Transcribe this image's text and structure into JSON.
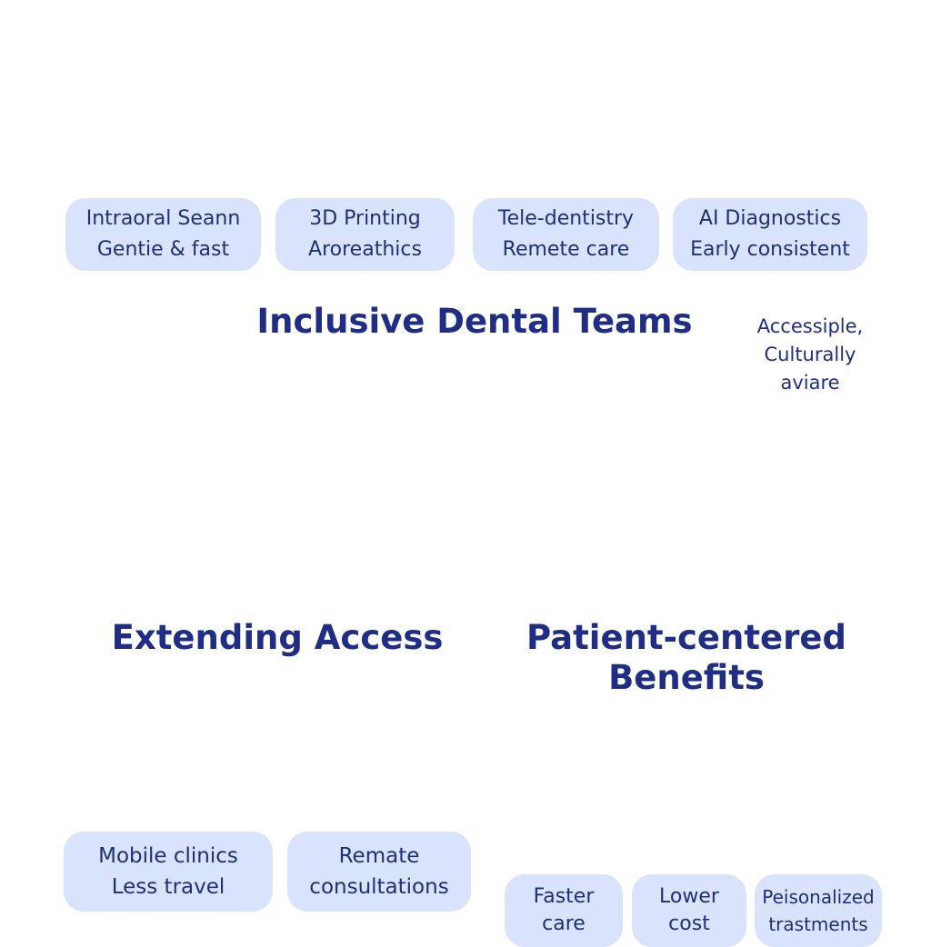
{
  "tech_cards": [
    {
      "title": "Intraoral Seann",
      "subtitle": "Gentie & fast"
    },
    {
      "title": "3D Printing",
      "subtitle": "Aroreathics"
    },
    {
      "title": "Tele-dentistry",
      "subtitle": "Remete care"
    },
    {
      "title": "AI Diagnostics",
      "subtitle": "Early consistent"
    }
  ],
  "teams": {
    "heading": "Inclusive Dental Teams",
    "speech_bubble": [
      "Accessiple,",
      "Culturally",
      "aviare"
    ]
  },
  "access": {
    "heading": "Extending Access",
    "cards": [
      {
        "line1": "Mobile clinics",
        "line2": "Less  travel"
      },
      {
        "line1": "Remate",
        "line2": "consultations"
      }
    ]
  },
  "benefits": {
    "heading_line1": "Patient-centered",
    "heading_line2": "Benefits",
    "cards": [
      {
        "line1": "Faster",
        "line2": "care"
      },
      {
        "line1": "Lower",
        "line2": "cost"
      },
      {
        "line1": "Peisonalized",
        "line2": "trastments"
      }
    ]
  },
  "colors": {
    "primary_navy": "#1f2e84",
    "scrub_blue": "#6f8ee6",
    "pill_bg": "#d9e3fb",
    "skin": "#f4c0a5"
  }
}
